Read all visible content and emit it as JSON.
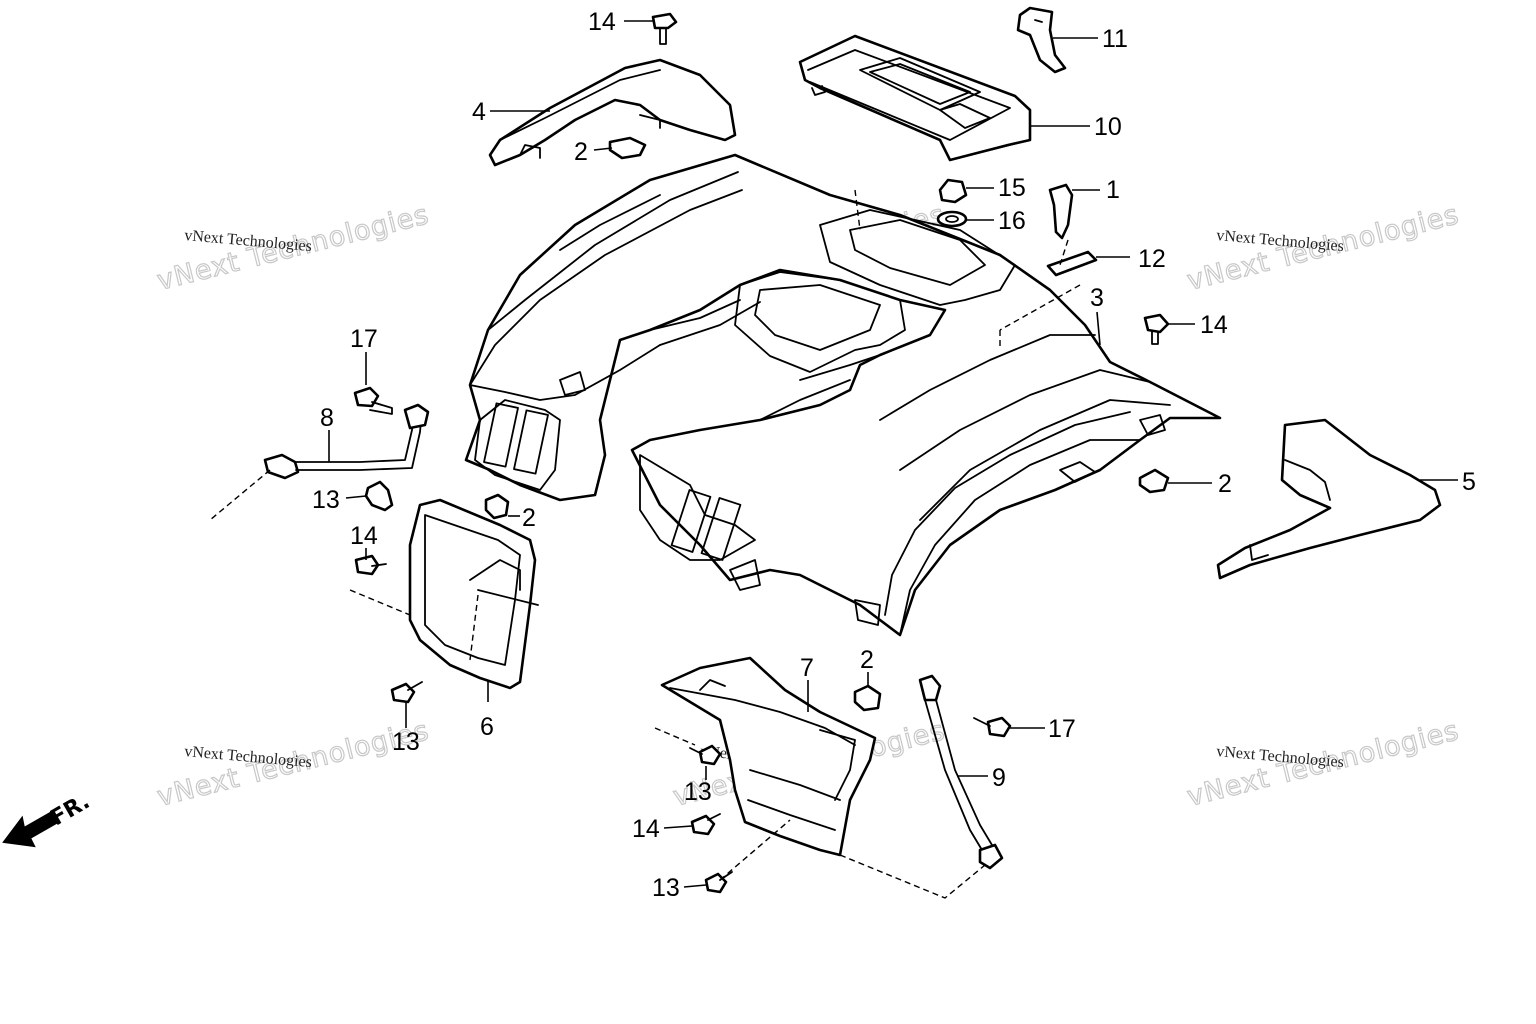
{
  "diagram": {
    "callouts": [
      {
        "id": "c14a",
        "text": "14"
      },
      {
        "id": "c11",
        "text": "11"
      },
      {
        "id": "c4",
        "text": "4"
      },
      {
        "id": "c2a",
        "text": "2"
      },
      {
        "id": "c10",
        "text": "10"
      },
      {
        "id": "c15",
        "text": "15"
      },
      {
        "id": "c1",
        "text": "1"
      },
      {
        "id": "c16",
        "text": "16"
      },
      {
        "id": "c12",
        "text": "12"
      },
      {
        "id": "c3",
        "text": "3"
      },
      {
        "id": "c14b",
        "text": "14"
      },
      {
        "id": "c17a",
        "text": "17"
      },
      {
        "id": "c8",
        "text": "8"
      },
      {
        "id": "c13a",
        "text": "13"
      },
      {
        "id": "c2b",
        "text": "2"
      },
      {
        "id": "c14c",
        "text": "14"
      },
      {
        "id": "c2c",
        "text": "2"
      },
      {
        "id": "c5",
        "text": "5"
      },
      {
        "id": "c13b",
        "text": "13"
      },
      {
        "id": "c6",
        "text": "6"
      },
      {
        "id": "c7",
        "text": "7"
      },
      {
        "id": "c2d",
        "text": "2"
      },
      {
        "id": "c17b",
        "text": "17"
      },
      {
        "id": "c13c",
        "text": "13"
      },
      {
        "id": "c9",
        "text": "9"
      },
      {
        "id": "c14d",
        "text": "14"
      },
      {
        "id": "c13d",
        "text": "13"
      }
    ],
    "front_indicator": "FR.",
    "watermark": {
      "big_text": "vNext Technologies",
      "small_text": "vNext Technologies"
    }
  }
}
